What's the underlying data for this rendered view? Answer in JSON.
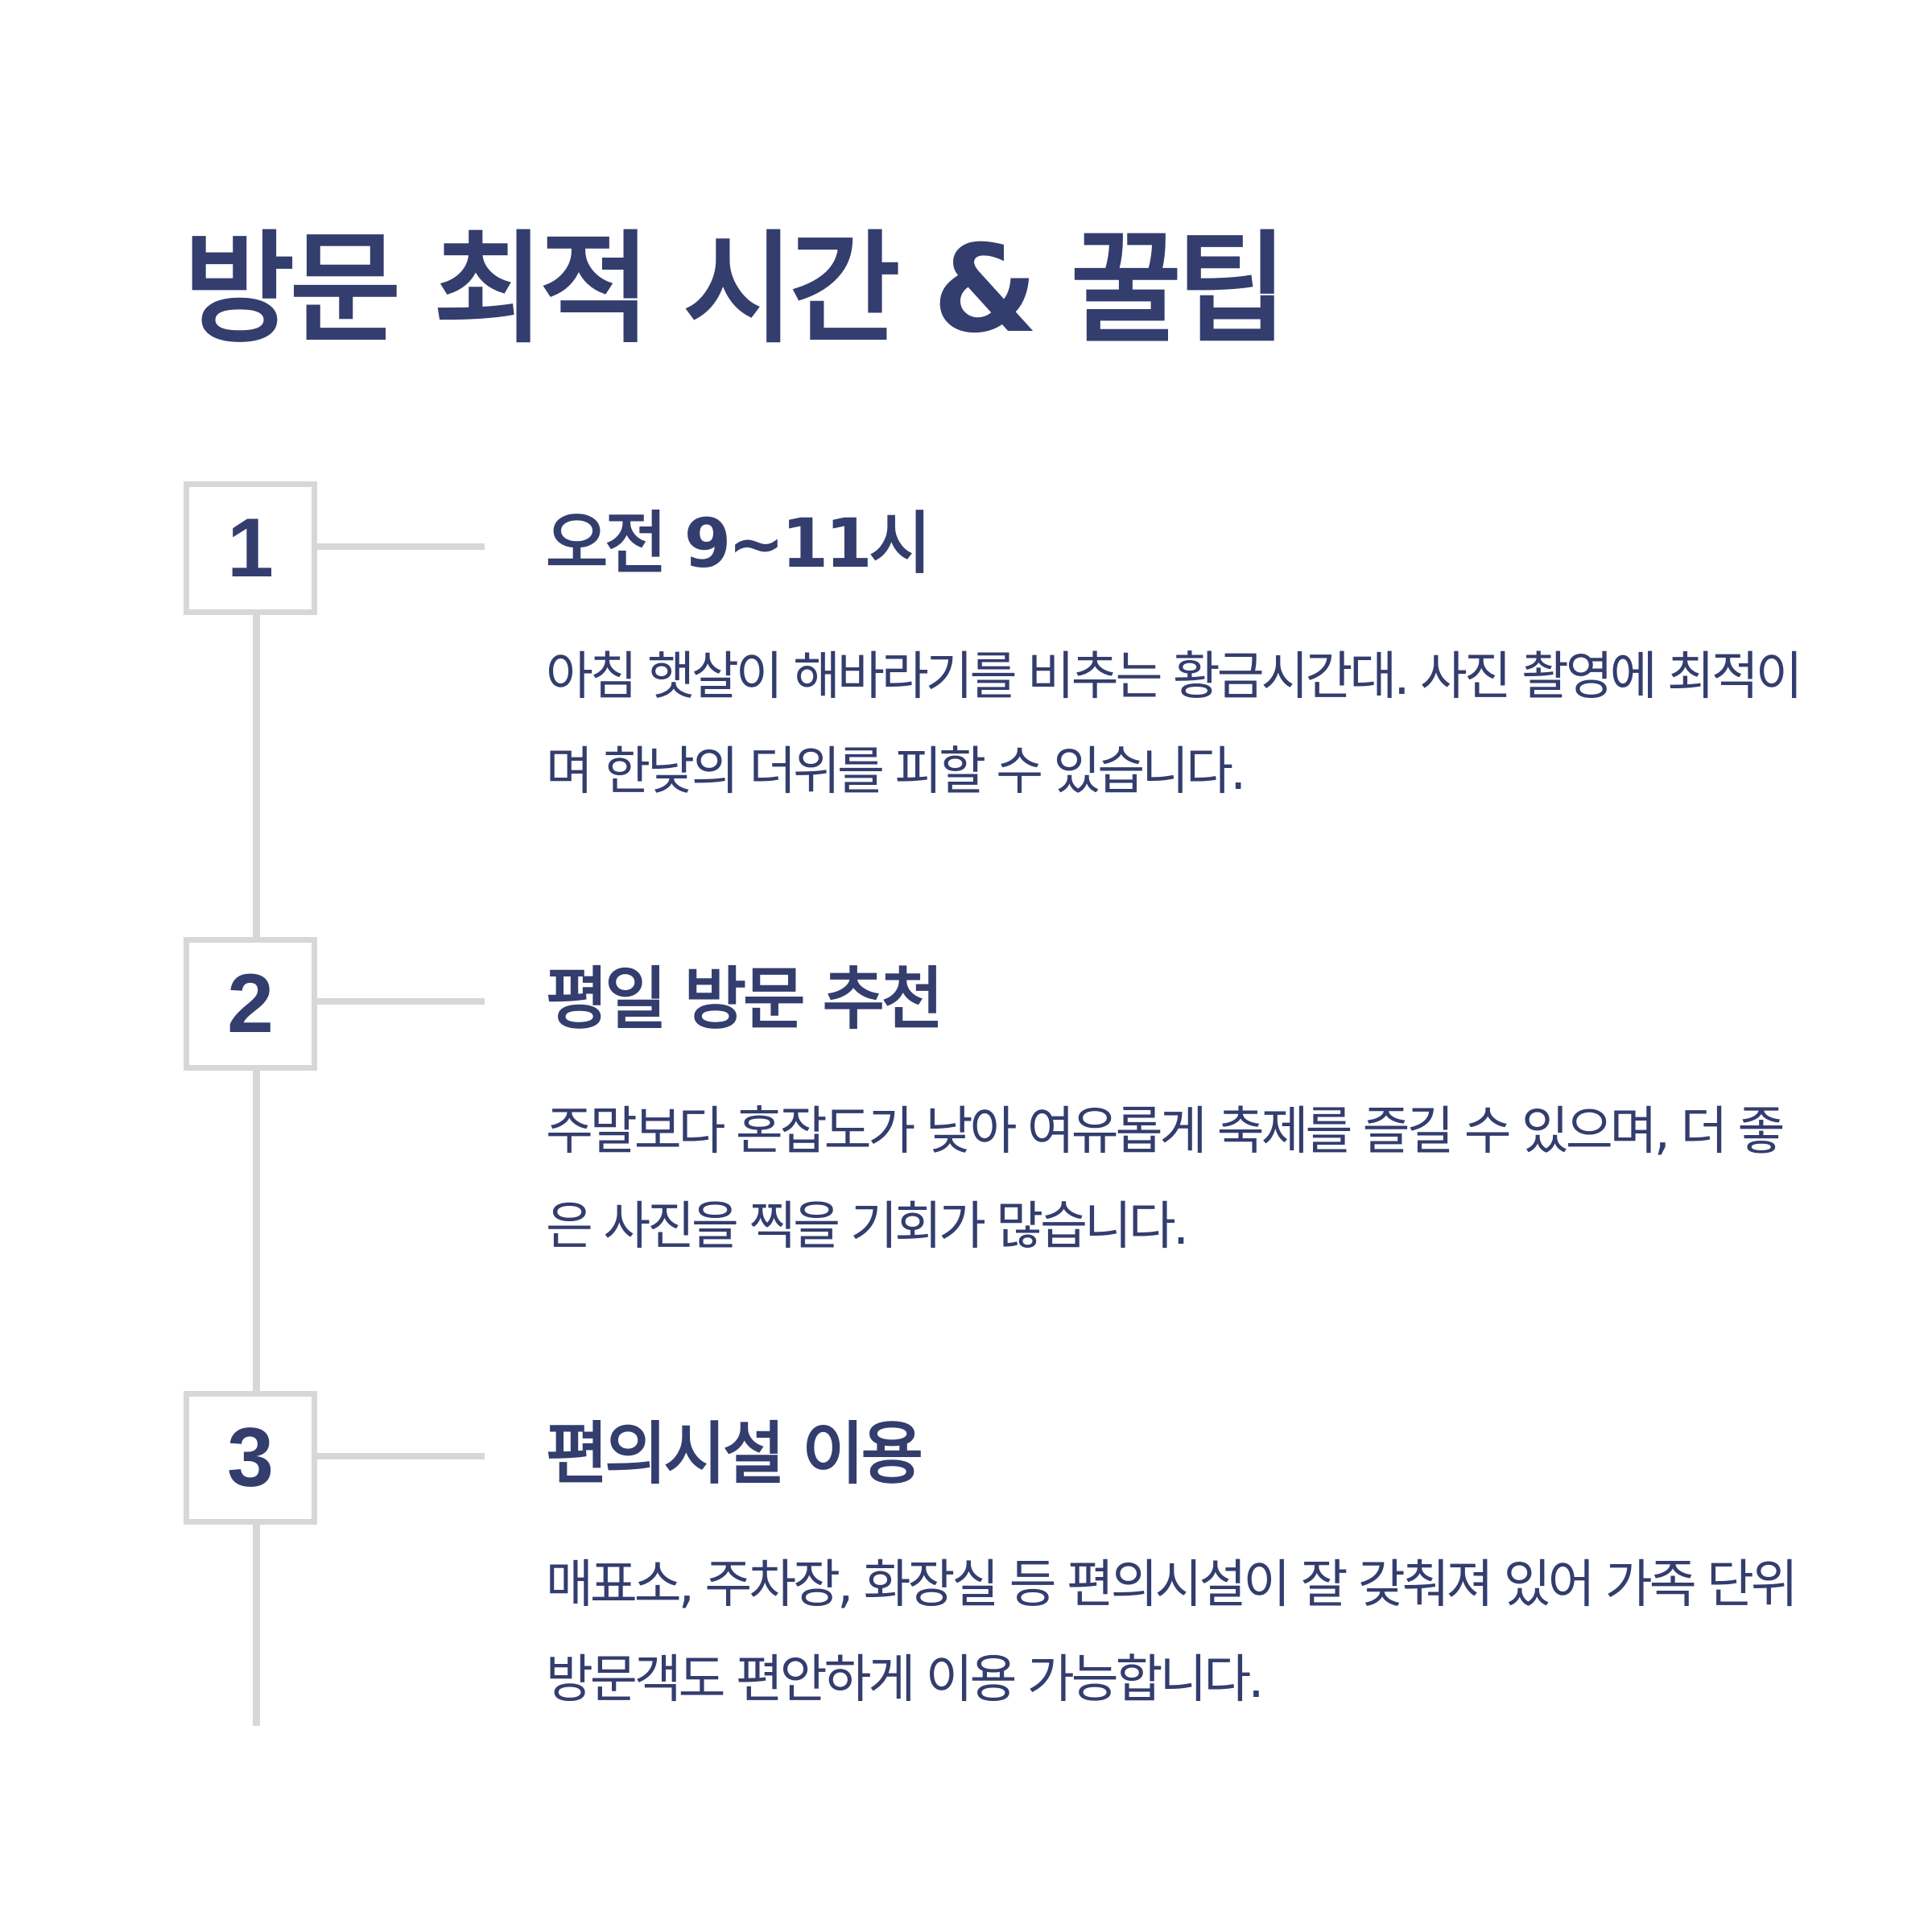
{
  "title": "방문 최적 시간 & 꿀팁",
  "steps": [
    {
      "number": "1",
      "heading": "오전 9~11시",
      "description": "아침 햇살이 해바라기를 비추는 황금시간대. 사진 촬영에 최적이며 한낮의 더위를 피할 수 있습니다."
    },
    {
      "number": "2",
      "heading": "평일 방문 추천",
      "description": "주말보다 혼잡도가 낮아 여유롭게 축제를 즐길 수 있으며, 더 좋은 사진을 찍을 기회가 많습니다."
    },
    {
      "number": "3",
      "heading": "편의시설 이용",
      "description": "매표소, 주차장, 화장실 등 편의시설이 잘 갖춰져 있어 가족 단위 방문객도 편안하게 이용 가능합니다."
    }
  ],
  "colors": {
    "text": "#333d6e",
    "line": "#d9d6d6",
    "background": "#ffffff"
  }
}
